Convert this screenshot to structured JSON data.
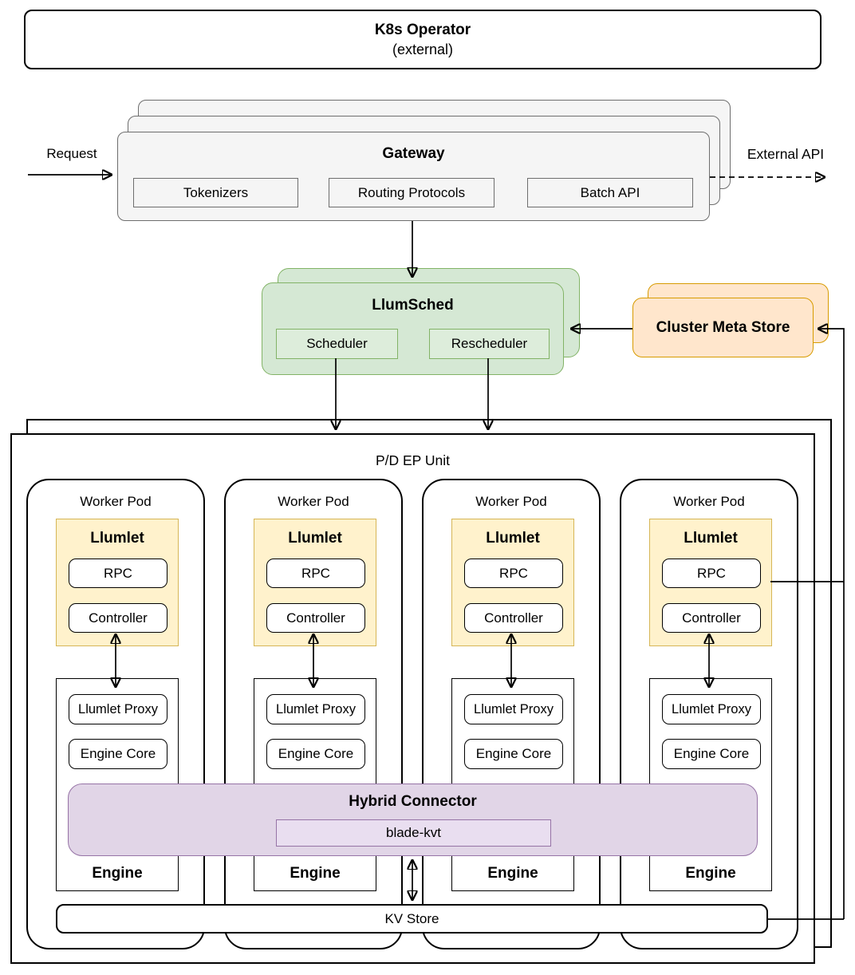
{
  "colors": {
    "green_fill": "#D5E8D4",
    "green_border": "#82B366",
    "orange_fill": "#FFE6CC",
    "orange_border": "#D79B00",
    "yellow_fill": "#FFF2CC",
    "yellow_border": "#D6B656",
    "purple_fill": "#E1D5E7",
    "purple_border": "#9673A6",
    "gray_fill": "#F5F5F5",
    "gray_border": "#666666",
    "line_color": "#000000"
  },
  "k8s_operator": {
    "title": "K8s Operator",
    "subtitle": "(external)"
  },
  "request_label": "Request",
  "external_api_label": "External API",
  "gateway": {
    "title": "Gateway",
    "components": [
      "Tokenizers",
      "Routing Protocols",
      "Batch API"
    ]
  },
  "llumsched": {
    "title": "LlumSched",
    "components": [
      "Scheduler",
      "Rescheduler"
    ]
  },
  "cluster_meta_store": {
    "title": "Cluster Meta Store"
  },
  "pd_ep_unit": {
    "title": "P/D EP Unit",
    "kv_store_label": "KV Store",
    "hybrid_connector": {
      "title": "Hybrid Connector",
      "plugin": "blade-kvt"
    },
    "pods": [
      {
        "title": "Worker Pod",
        "llumlet": {
          "title": "Llumlet",
          "rpc": "RPC",
          "controller": "Controller"
        },
        "engine": {
          "proxy": "Llumlet Proxy",
          "core": "Engine Core",
          "label": "Engine"
        }
      },
      {
        "title": "Worker Pod",
        "llumlet": {
          "title": "Llumlet",
          "rpc": "RPC",
          "controller": "Controller"
        },
        "engine": {
          "proxy": "Llumlet Proxy",
          "core": "Engine Core",
          "label": "Engine"
        }
      },
      {
        "title": "Worker Pod",
        "llumlet": {
          "title": "Llumlet",
          "rpc": "RPC",
          "controller": "Controller"
        },
        "engine": {
          "proxy": "Llumlet Proxy",
          "core": "Engine Core",
          "label": "Engine"
        }
      },
      {
        "title": "Worker Pod",
        "llumlet": {
          "title": "Llumlet",
          "rpc": "RPC",
          "controller": "Controller"
        },
        "engine": {
          "proxy": "Llumlet Proxy",
          "core": "Engine Core",
          "label": "Engine"
        }
      }
    ]
  }
}
